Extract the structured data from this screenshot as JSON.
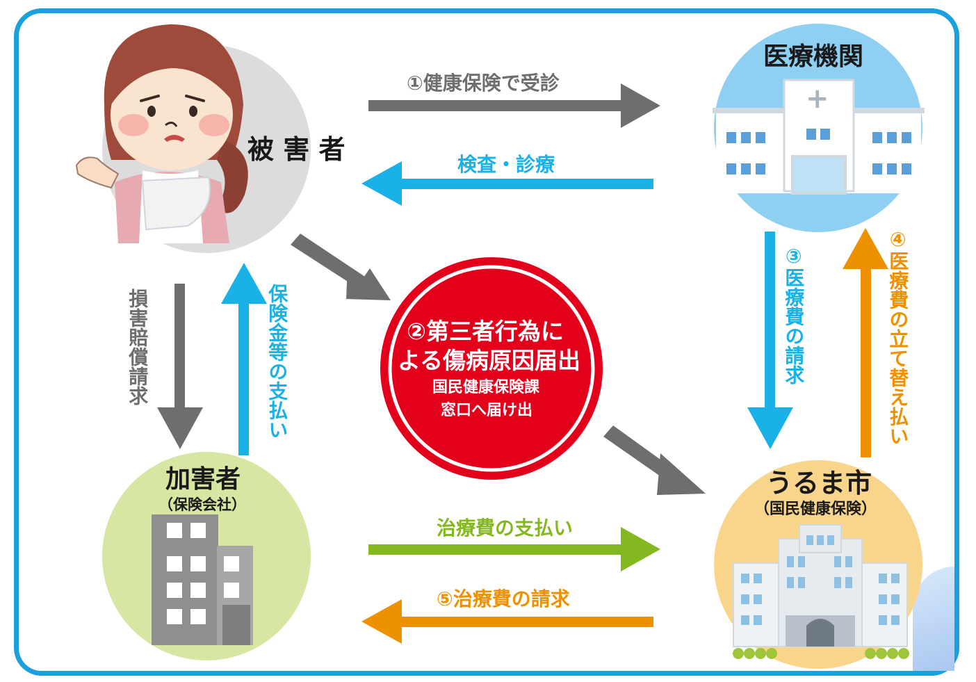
{
  "nodes": {
    "victim": {
      "label": "被 害 者"
    },
    "medical": {
      "label": "医療機関"
    },
    "perpetrator": {
      "label": "加害者",
      "sublabel": "（保険会社）"
    },
    "city": {
      "label": "うるま市",
      "sublabel": "（国民健康保険）"
    },
    "center": {
      "line1": "②第三者行為に",
      "line2": "よる傷病原因届出",
      "line3": "国民健康保険課",
      "line4": "窓口へ届け出"
    }
  },
  "edges": {
    "consult": "①健康保険で受診",
    "exam": "検査・診療",
    "damages": "損害賠償請求",
    "insurance_payment": "保険金等の支払い",
    "medical_claim": "③医療費の請求",
    "advance_payment": "④医療費の立て替え払い",
    "treatment_payment": "治療費の支払い",
    "treatment_claim": "⑤治療費の請求"
  },
  "icons": {
    "hospital": "+"
  },
  "colors": {
    "frame": "#1aa0dd",
    "gray_arrow": "#6e6e6e",
    "blue_arrow": "#19b1e6",
    "green_arrow": "#84b821",
    "orange_arrow": "#ee9100",
    "center_red": "#e3001b"
  }
}
